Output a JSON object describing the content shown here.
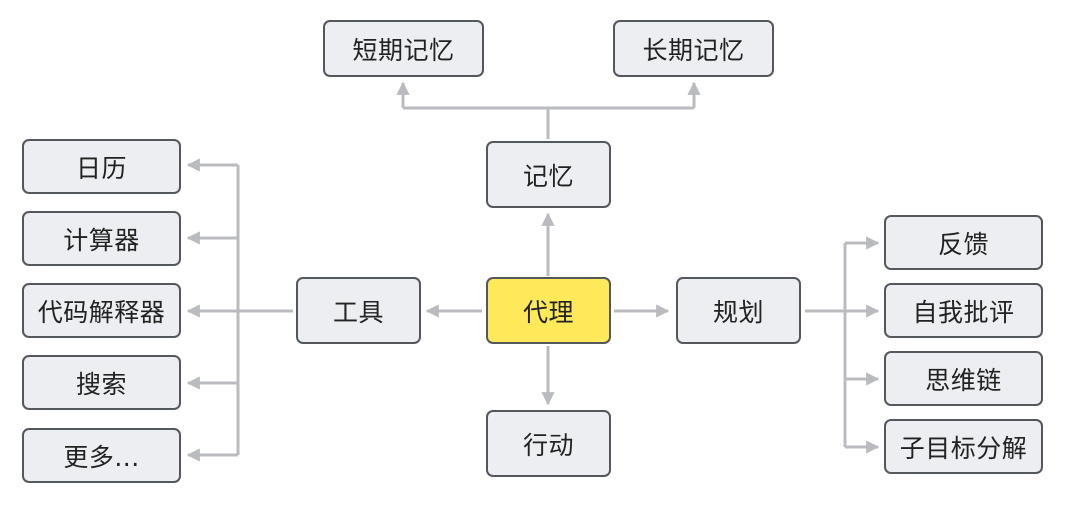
{
  "colors": {
    "node_fill": "#eceef1",
    "center_fill": "#fde95a",
    "node_border": "#54575c",
    "connector": "#b9bbbe"
  },
  "nodes": {
    "agent": "代理",
    "memory": "记忆",
    "short_term_memory": "短期记忆",
    "long_term_memory": "长期记忆",
    "tools": "工具",
    "calendar": "日历",
    "calculator": "计算器",
    "code_interpreter": "代码解释器",
    "search": "搜索",
    "more": "更多...",
    "planning": "规划",
    "reflection": "反馈",
    "self_critique": "自我批评",
    "chain_of_thought": "思维链",
    "subgoal_decomposition": "子目标分解",
    "action": "行动"
  }
}
